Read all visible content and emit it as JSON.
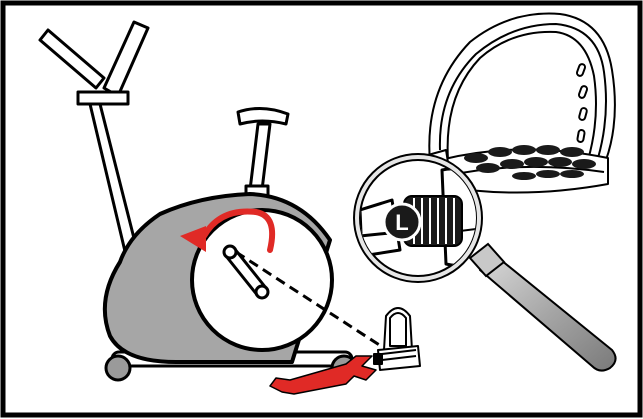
{
  "figure": {
    "type": "assembly-instruction-illustration",
    "marker_letter": "L",
    "colors": {
      "frame_border": "#000000",
      "flywheel_cover": "#a6a6a6",
      "rotation_arrow": "#e02a26",
      "wrench": "#e02a26",
      "magnifier_handle": "#b3b3b3",
      "outline": "#000000",
      "background": "#ffffff"
    },
    "icons": [
      "exercise-bike",
      "pedal",
      "rotation-arrow",
      "wrench",
      "magnifying-glass",
      "threaded-pedal-axle"
    ]
  }
}
